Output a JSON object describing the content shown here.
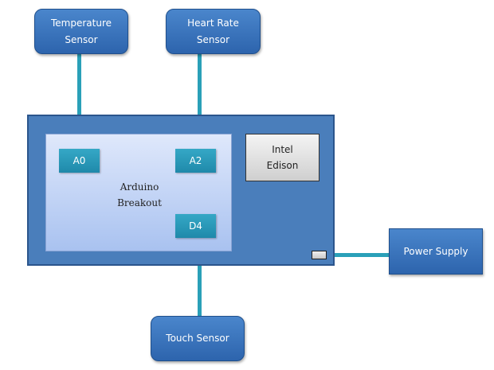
{
  "sensors": {
    "temperature": {
      "line1": "Temperature",
      "line2": "Sensor"
    },
    "heart_rate": {
      "line1": "Heart Rate",
      "line2": "Sensor"
    },
    "touch": {
      "label": "Touch Sensor"
    }
  },
  "board": {
    "breakout": {
      "line1": "Arduino",
      "line2": "Breakout"
    },
    "pins": {
      "a0": "A0",
      "a2": "A2",
      "d4": "D4"
    },
    "edison": {
      "line1": "Intel",
      "line2": "Edison"
    }
  },
  "power_supply": {
    "label": "Power Supply"
  },
  "colors": {
    "sensor_blue": "#3a74bf",
    "board_blue": "#4a7ebb",
    "wire_teal": "#2aa0b8",
    "pin_teal": "#2596b6"
  }
}
